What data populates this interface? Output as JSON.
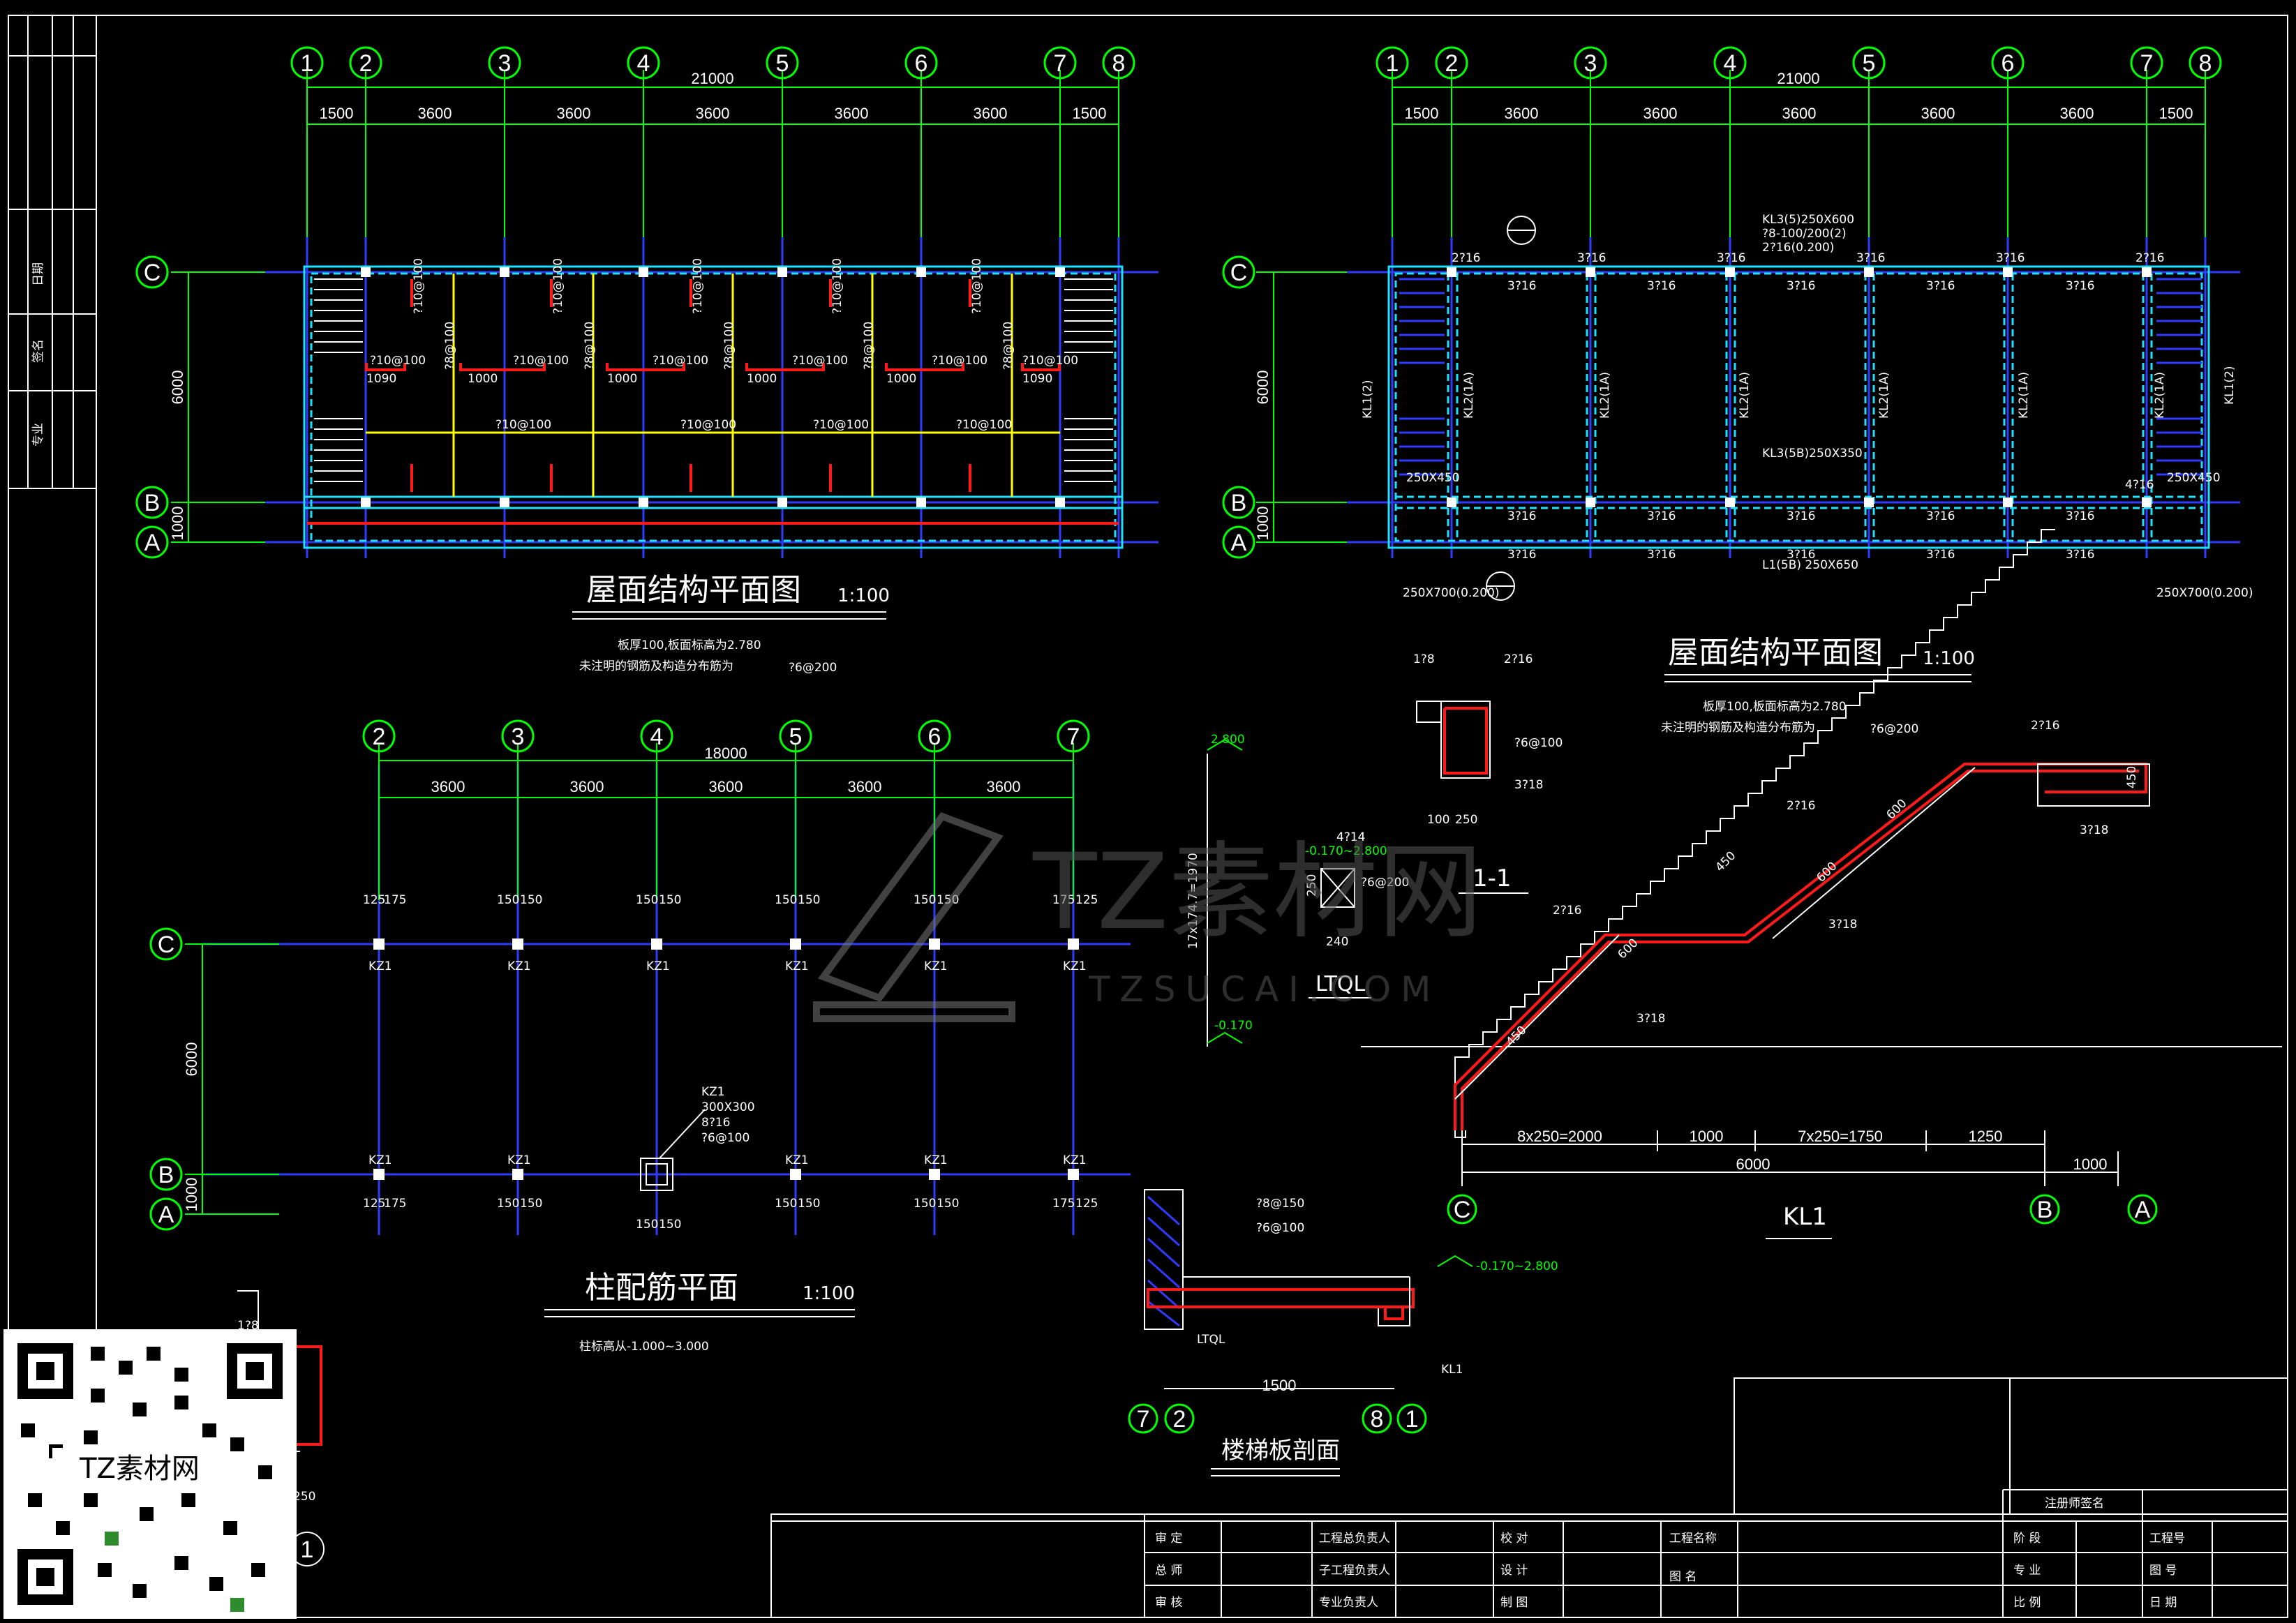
{
  "plan_titles": {
    "roof_a": "屋面结构平面图",
    "roof_b": "屋面结构平面图",
    "column": "柱配筋平面",
    "stair_section": "楼梯板剖面",
    "kl1": "KL1",
    "section_1_1": "1-1",
    "ltql": "LTQL"
  },
  "scales": {
    "s100": "1:100"
  },
  "notes": {
    "slab_line": "板厚100,板面标高为2.780",
    "rebar_line": "未注明的钢筋及构造分布筋为",
    "rebar_spec": "?6@200",
    "column_height": "柱标高从-1.000~3.000"
  },
  "axes": {
    "numbers": [
      "1",
      "2",
      "3",
      "4",
      "5",
      "6",
      "7",
      "8"
    ],
    "letters": [
      "C",
      "B",
      "A"
    ],
    "column_numbers": [
      "2",
      "3",
      "4",
      "5",
      "6",
      "7"
    ]
  },
  "dims": {
    "total": "21000",
    "spans": [
      "1500",
      "3600",
      "3600",
      "3600",
      "3600",
      "3600",
      "1500"
    ],
    "col_total": "18000",
    "col_spans": [
      "3600",
      "3600",
      "3600",
      "3600",
      "3600"
    ],
    "depth": "6000",
    "ab": "1000"
  },
  "slab_labels": {
    "mid_bar": "?10@100",
    "side_bar": "?8@100",
    "len_1000": "1000",
    "len_1090": "1090"
  },
  "beam_labels": {
    "kl3_5": "KL3(5)250X600",
    "kl3_stir": "?8-100/200(2)",
    "kl3_top": "2?16(0.200)",
    "kl2": "KL2(1A)",
    "kl1": "KL1(2)",
    "kl3_5b": "KL3(5B)250X350",
    "l1_5b": "L1(5B) 250X650",
    "bar_2_16": "2?16",
    "bar_3_16": "3?16",
    "bar_4_16": "4?16",
    "size_250x450": "250X450",
    "size_250x700": "250X700(0.200)"
  },
  "column_labels": {
    "kz1": "KZ1",
    "kz1_size": "300X300",
    "kz1_bars": "8?16",
    "kz1_stir": "?6@100",
    "d125": "125",
    "d175": "175",
    "d150": "150"
  },
  "stair": {
    "elev_top": "2.800",
    "elev_bot": "-0.170",
    "elev_range": "-0.170~2.800",
    "flight": "17x174.7=1970",
    "ltql_w": "240",
    "ltql_h": "250",
    "ltql_bars": "4?14",
    "ltql_stir": "?6@200",
    "run_a": "8x250=2000",
    "run_b": "1000",
    "run_c": "7x250=1750",
    "run_d": "1250",
    "run_total": "6000",
    "run_ab": "1000",
    "s600": "600",
    "s450": "450",
    "bar_3_18": "3?18",
    "bar_2_16": "2?16",
    "bar_1_8": "1?8",
    "landing_width": "1500",
    "bar_8_150": "?8@150",
    "bar_6_100": "?6@100",
    "sec_100": "100",
    "sec_250": "250"
  },
  "title_block": {
    "registered": "注册师签名",
    "row1": [
      "审 定",
      "工程总负责人",
      "校 对",
      "工程名称",
      "阶 段",
      "工程号"
    ],
    "row2": [
      "总 师",
      "子工程负责人",
      "设 计",
      "图 名",
      "专 业",
      "图 号"
    ],
    "row3": [
      "审 核",
      "专业负责人",
      "制 图",
      "比 例",
      "日 期"
    ]
  },
  "side_strip": {
    "cells": [
      "日期",
      "签名",
      "专业"
    ]
  },
  "watermark": {
    "brand": "TZ素材网",
    "url": "TZSUCAI.COM"
  },
  "colors": {
    "axis": "#00ff00",
    "beam": "#1ee0ff",
    "grid": "#2f3cff",
    "slab": "#ffff00",
    "rebar": "#ff1a1a",
    "text": "#ffffff",
    "bg": "#000000"
  }
}
